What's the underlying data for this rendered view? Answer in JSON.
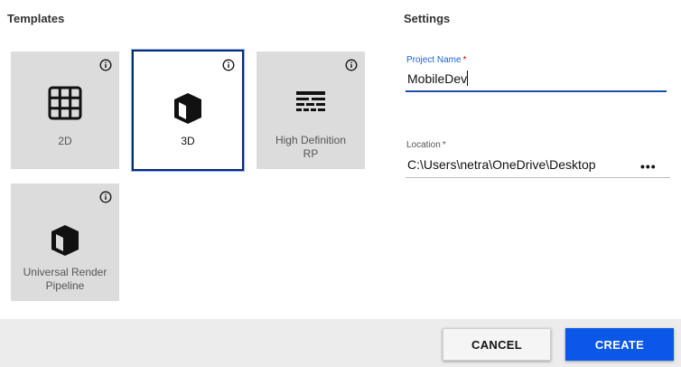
{
  "templates_heading": "Templates",
  "settings_heading": "Settings",
  "templates": [
    {
      "label_line1": "2D",
      "label_line2": "",
      "icon": "grid-icon",
      "selected": false
    },
    {
      "label_line1": "3D",
      "label_line2": "",
      "icon": "cube-icon",
      "selected": true
    },
    {
      "label_line1": "High Definition",
      "label_line2": "RP",
      "icon": "hdrp-lines-icon",
      "selected": false
    },
    {
      "label_line1": "Universal Render",
      "label_line2": "Pipeline",
      "icon": "cube-icon",
      "selected": false
    }
  ],
  "settings": {
    "project_name_label": "Project Name",
    "project_name_value": "MobileDev",
    "location_label": "Location",
    "location_value": "C:\\Users\\netra\\OneDrive\\Desktop",
    "required_marker": "*",
    "browse_label": "•••"
  },
  "footer": {
    "cancel_label": "CANCEL",
    "create_label": "CREATE"
  },
  "colors": {
    "accent": "#0a57e8",
    "selected_border": "#0a2a78",
    "tile_bg": "#dcdcdc",
    "required": "#d00000",
    "active_label": "#1a63d8"
  }
}
